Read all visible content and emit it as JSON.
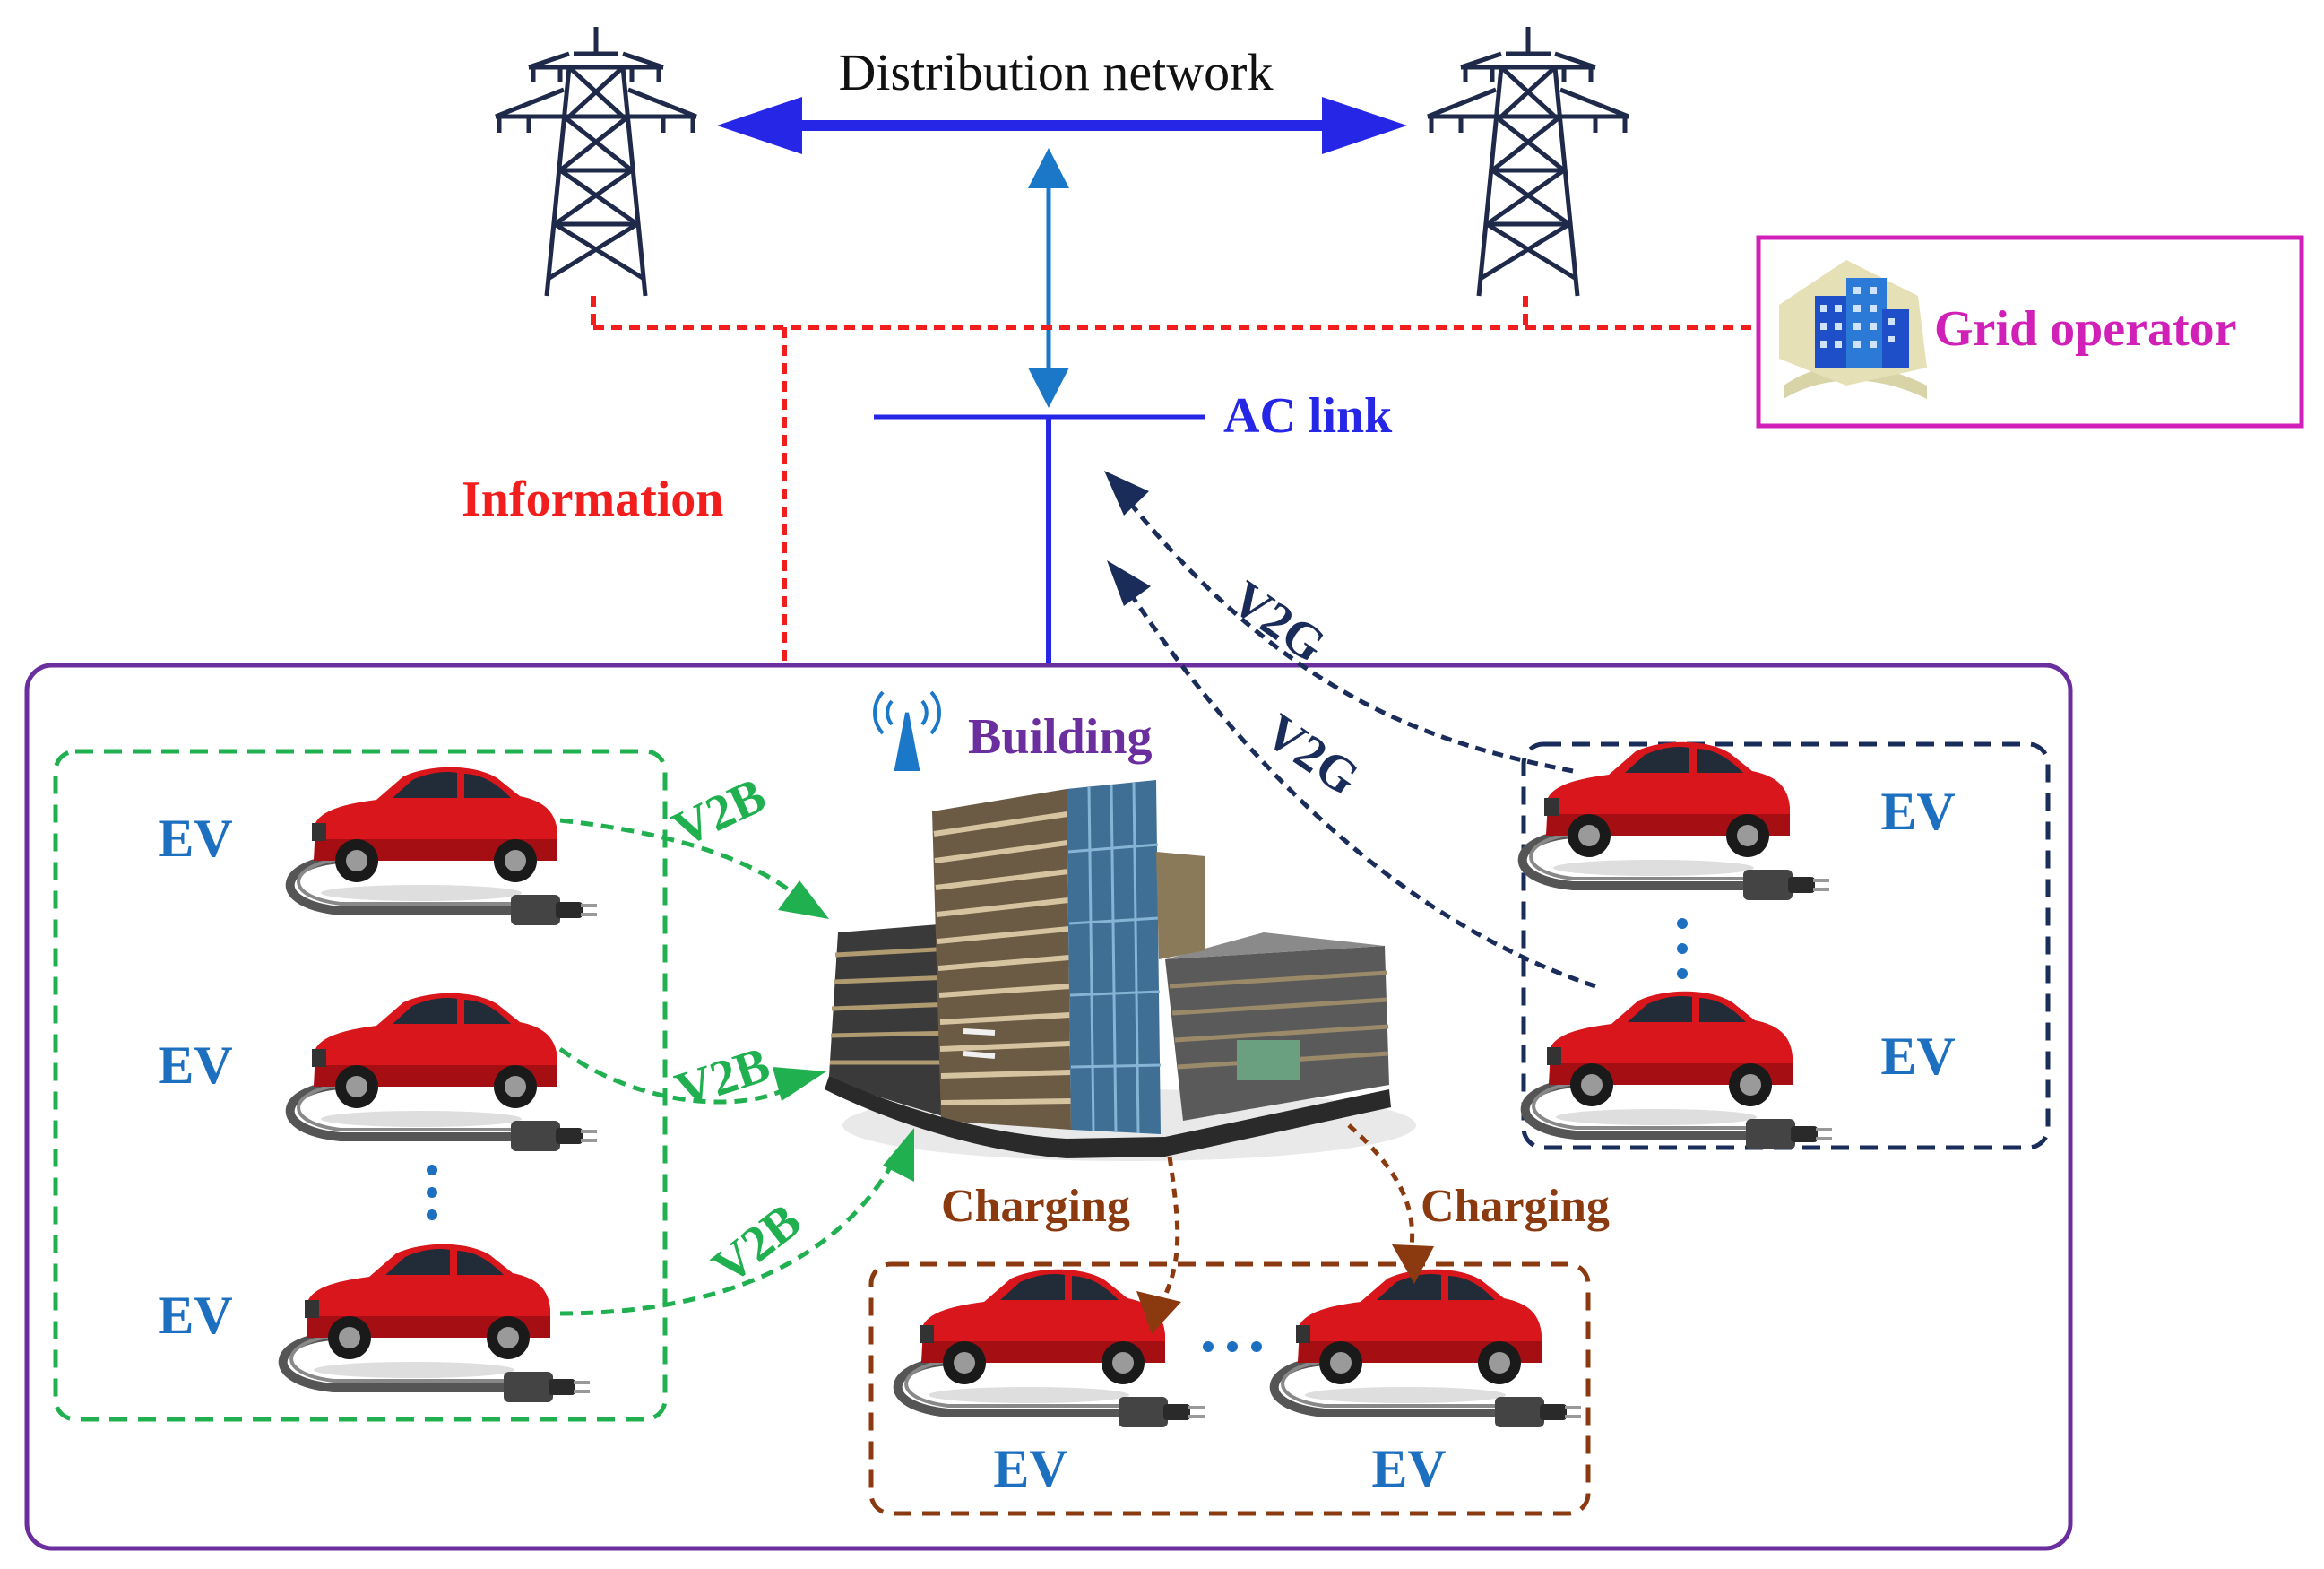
{
  "labels": {
    "distribution_network": "Distribution network",
    "ac_link": "AC link",
    "information": "Information",
    "grid_operator": "Grid operator",
    "building": "Building",
    "v2b": "V2B",
    "v2g": "V2G",
    "charging": "Charging",
    "ev": "EV"
  },
  "colors": {
    "network_blue": "#2626e6",
    "link_blue": "#1b78c8",
    "info_red": "#f21e1e",
    "operator_magenta": "#d020b8",
    "building_purple": "#6a2e9e",
    "v2b_green": "#20b050",
    "v2g_navy": "#1a2d5a",
    "charging_brown": "#8b3a10",
    "ev_blue": "#1d6fc0",
    "car_red": "#d9161c"
  },
  "icons": {
    "tower": "transmission-tower-icon",
    "operator": "grid-operator-building-icon",
    "antenna": "wireless-antenna-icon",
    "building": "building-icon",
    "car": "electric-car-icon"
  }
}
